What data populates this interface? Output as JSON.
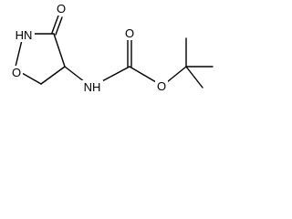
{
  "molecule": {
    "labels": {
      "ring_nh": "HN",
      "ring_o": "O",
      "ketone_o": "O",
      "carbamate_nh": "NH",
      "carbonyl_o": "O",
      "ester_o": "O"
    },
    "colors": {
      "bond": "#000000",
      "text": "#000000",
      "background": "#ffffff"
    }
  }
}
